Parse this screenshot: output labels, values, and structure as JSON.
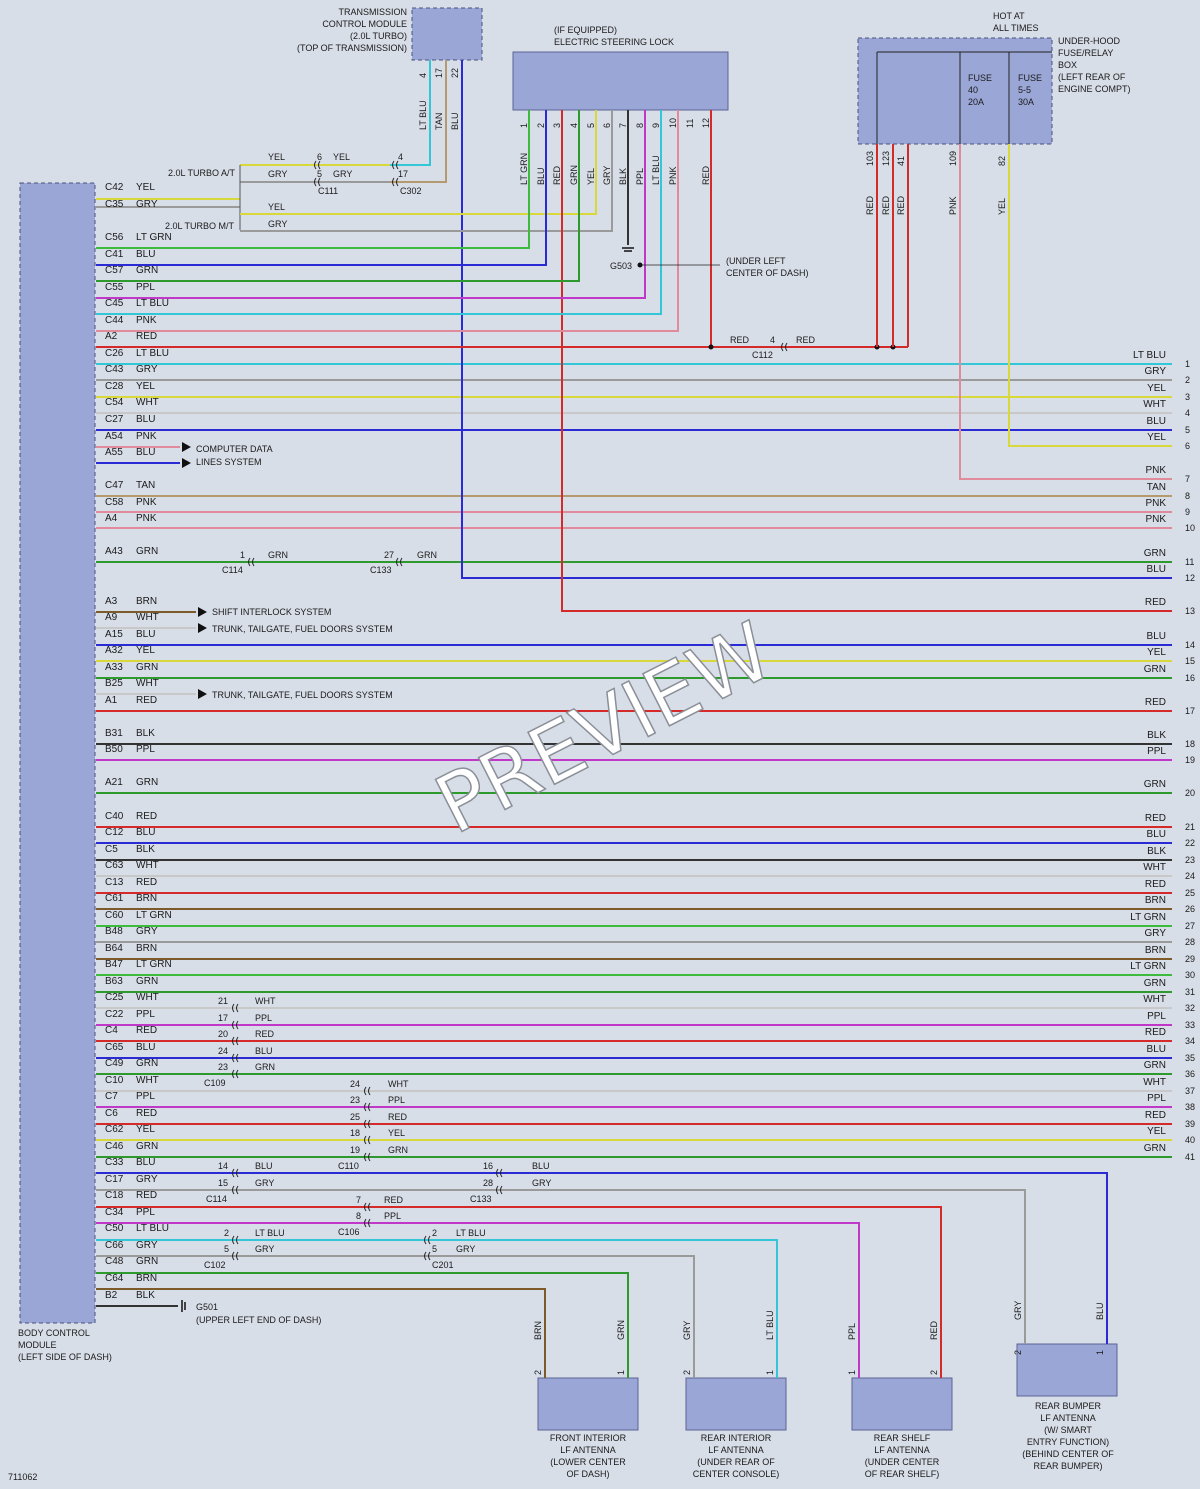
{
  "figure_id": "711062",
  "watermark": "PREVIEW",
  "colors": {
    "background": "#d8dee8",
    "module_fill": "#9aa6d6",
    "module_stroke": "#5a6496",
    "dashed": "#4a5180"
  },
  "wire_colors": {
    "LT GRN": "#3dbb3d",
    "GRN": "#2e9a2e",
    "BLU": "#2b2bd6",
    "LT BLU": "#33c6d6",
    "RED": "#d42a2a",
    "YEL": "#d8d83a",
    "GRY": "#9a9a9a",
    "WHT": "#c8c8c8",
    "PPL": "#c038c8",
    "PNK": "#e08a9c",
    "TAN": "#b59a70",
    "BRN": "#7d5a2a",
    "BLK": "#333333"
  },
  "modules": {
    "tcm": "TRANSMISSION\nCONTROL MODULE\n(2.0L TURBO)\n(TOP OF TRANSMISSION)",
    "esl": "(IF EQUIPPED)\nELECTRIC STEERING LOCK",
    "fuse_box": "UNDER-HOOD\nFUSE/RELAY\nBOX\n(LEFT REAR OF\nENGINE COMPT)",
    "hot": "HOT AT\nALL TIMES",
    "fuse1": "FUSE\n40\n20A",
    "fuse2": "FUSE\n5-5\n30A",
    "bcm": "BODY CONTROL\nMODULE\n(LEFT SIDE OF DASH)",
    "front_ant": "FRONT INTERIOR\nLF ANTENNA\n(LOWER CENTER\nOF DASH)",
    "rear_ant": "REAR INTERIOR\nLF ANTENNA\n(UNDER REAR OF\nCENTER CONSOLE)",
    "shelf_ant": "REAR SHELF\nLF ANTENNA\n(UNDER CENTER\nOF REAR SHELF)",
    "bumper_ant": "REAR BUMPER\nLF ANTENNA\n(W/ SMART\nENTRY FUNCTION)\n(BEHIND CENTER OF\nREAR BUMPER)"
  },
  "labels": {
    "turbo_at": "2.0L TURBO A/T",
    "turbo_mt": "2.0L TURBO M/T",
    "g503": "G503",
    "g503_loc": "(UNDER LEFT\nCENTER OF DASH)",
    "g501": "G501",
    "g501_loc": "(UPPER LEFT END OF DASH)",
    "computer_data": "COMPUTER DATA\nLINES SYSTEM",
    "shift_interlock": "SHIFT INTERLOCK SYSTEM",
    "trunk1": "TRUNK, TAILGATE, FUEL DOORS SYSTEM",
    "trunk2": "TRUNK, TAILGATE, FUEL DOORS SYSTEM"
  },
  "tcm_pins": [
    {
      "pin": "4",
      "color": "LT BLU"
    },
    {
      "pin": "17",
      "color": "TAN"
    },
    {
      "pin": "22",
      "color": "BLU"
    }
  ],
  "esl_pins": [
    {
      "pin": "1",
      "color": "LT GRN"
    },
    {
      "pin": "2",
      "color": "BLU"
    },
    {
      "pin": "3",
      "color": "RED"
    },
    {
      "pin": "4",
      "color": "GRN"
    },
    {
      "pin": "5",
      "color": "YEL"
    },
    {
      "pin": "6",
      "color": "GRY"
    },
    {
      "pin": "7",
      "color": "BLK"
    },
    {
      "pin": "8",
      "color": "PPL"
    },
    {
      "pin": "9",
      "color": "LT BLU"
    },
    {
      "pin": "10",
      "color": "PNK"
    },
    {
      "pin": "11",
      "color": ""
    },
    {
      "pin": "12",
      "color": "RED"
    }
  ],
  "fuse_pins": [
    {
      "pin": "103",
      "color": "RED"
    },
    {
      "pin": "123",
      "color": "RED"
    },
    {
      "pin": "41",
      "color": "RED"
    },
    {
      "pin": "109",
      "color": "PNK"
    },
    {
      "pin": "82",
      "color": "YEL"
    }
  ],
  "connectors": {
    "c111": "C111",
    "c302": "C302",
    "c112": "C112",
    "c114": "C114",
    "c133": "C133",
    "c109": "C109",
    "c110": "C110",
    "c106": "C106",
    "c102": "C102",
    "c201": "C201"
  },
  "bcm_rows": [
    {
      "pin": "C42",
      "color": "YEL"
    },
    {
      "pin": "C35",
      "color": "GRY"
    },
    {
      "pin": "C56",
      "color": "LT GRN"
    },
    {
      "pin": "C41",
      "color": "BLU"
    },
    {
      "pin": "C57",
      "color": "GRN"
    },
    {
      "pin": "C55",
      "color": "PPL"
    },
    {
      "pin": "C45",
      "color": "LT BLU"
    },
    {
      "pin": "C44",
      "color": "PNK"
    },
    {
      "pin": "A2",
      "color": "RED"
    },
    {
      "pin": "C26",
      "color": "LT BLU"
    },
    {
      "pin": "C43",
      "color": "GRY"
    },
    {
      "pin": "C28",
      "color": "YEL"
    },
    {
      "pin": "C54",
      "color": "WHT"
    },
    {
      "pin": "C27",
      "color": "BLU"
    },
    {
      "pin": "A54",
      "color": "PNK"
    },
    {
      "pin": "A55",
      "color": "BLU"
    },
    {
      "pin": "C47",
      "color": "TAN"
    },
    {
      "pin": "C58",
      "color": "PNK"
    },
    {
      "pin": "A4",
      "color": "PNK"
    },
    {
      "pin": "A43",
      "color": "GRN"
    },
    {
      "pin": "A3",
      "color": "BRN"
    },
    {
      "pin": "A9",
      "color": "WHT"
    },
    {
      "pin": "A15",
      "color": "BLU"
    },
    {
      "pin": "A32",
      "color": "YEL"
    },
    {
      "pin": "A33",
      "color": "GRN"
    },
    {
      "pin": "B25",
      "color": "WHT"
    },
    {
      "pin": "A1",
      "color": "RED"
    },
    {
      "pin": "B31",
      "color": "BLK"
    },
    {
      "pin": "B50",
      "color": "PPL"
    },
    {
      "pin": "A21",
      "color": "GRN"
    },
    {
      "pin": "C40",
      "color": "RED"
    },
    {
      "pin": "C12",
      "color": "BLU"
    },
    {
      "pin": "C5",
      "color": "BLK"
    },
    {
      "pin": "C63",
      "color": "WHT"
    },
    {
      "pin": "C13",
      "color": "RED"
    },
    {
      "pin": "C61",
      "color": "BRN"
    },
    {
      "pin": "C60",
      "color": "LT GRN"
    },
    {
      "pin": "B48",
      "color": "GRY"
    },
    {
      "pin": "B64",
      "color": "BRN"
    },
    {
      "pin": "B47",
      "color": "LT GRN"
    },
    {
      "pin": "B63",
      "color": "GRN"
    },
    {
      "pin": "C25",
      "color": "WHT"
    },
    {
      "pin": "C22",
      "color": "PPL"
    },
    {
      "pin": "C4",
      "color": "RED"
    },
    {
      "pin": "C65",
      "color": "BLU"
    },
    {
      "pin": "C49",
      "color": "GRN"
    },
    {
      "pin": "C10",
      "color": "WHT"
    },
    {
      "pin": "C7",
      "color": "PPL"
    },
    {
      "pin": "C6",
      "color": "RED"
    },
    {
      "pin": "C62",
      "color": "YEL"
    },
    {
      "pin": "C46",
      "color": "GRN"
    },
    {
      "pin": "C33",
      "color": "BLU"
    },
    {
      "pin": "C17",
      "color": "GRY"
    },
    {
      "pin": "C18",
      "color": "RED"
    },
    {
      "pin": "C34",
      "color": "PPL"
    },
    {
      "pin": "C50",
      "color": "LT BLU"
    },
    {
      "pin": "C66",
      "color": "GRY"
    },
    {
      "pin": "C48",
      "color": "GRN"
    },
    {
      "pin": "C64",
      "color": "BRN"
    },
    {
      "pin": "B2",
      "color": "BLK"
    }
  ],
  "right_rows": [
    {
      "num": "1",
      "color": "LT BLU"
    },
    {
      "num": "2",
      "color": "GRY"
    },
    {
      "num": "3",
      "color": "YEL"
    },
    {
      "num": "4",
      "color": "WHT"
    },
    {
      "num": "5",
      "color": "BLU"
    },
    {
      "num": "6",
      "color": "YEL"
    },
    {
      "num": "7",
      "color": "PNK"
    },
    {
      "num": "8",
      "color": "TAN"
    },
    {
      "num": "9",
      "color": "PNK"
    },
    {
      "num": "10",
      "color": "PNK"
    },
    {
      "num": "11",
      "color": "GRN"
    },
    {
      "num": "12",
      "color": "BLU"
    },
    {
      "num": "13",
      "color": "RED"
    },
    {
      "num": "14",
      "color": "BLU"
    },
    {
      "num": "15",
      "color": "YEL"
    },
    {
      "num": "16",
      "color": "GRN"
    },
    {
      "num": "17",
      "color": "RED"
    },
    {
      "num": "18",
      "color": "BLK"
    },
    {
      "num": "19",
      "color": "PPL"
    },
    {
      "num": "20",
      "color": "GRN"
    },
    {
      "num": "21",
      "color": "RED"
    },
    {
      "num": "22",
      "color": "BLU"
    },
    {
      "num": "23",
      "color": "BLK"
    },
    {
      "num": "24",
      "color": "WHT"
    },
    {
      "num": "25",
      "color": "RED"
    },
    {
      "num": "26",
      "color": "BRN"
    },
    {
      "num": "27",
      "color": "LT GRN"
    },
    {
      "num": "28",
      "color": "GRY"
    },
    {
      "num": "29",
      "color": "BRN"
    },
    {
      "num": "30",
      "color": "LT GRN"
    },
    {
      "num": "31",
      "color": "GRN"
    },
    {
      "num": "32",
      "color": "WHT"
    },
    {
      "num": "33",
      "color": "PPL"
    },
    {
      "num": "34",
      "color": "RED"
    },
    {
      "num": "35",
      "color": "BLU"
    },
    {
      "num": "36",
      "color": "GRN"
    },
    {
      "num": "37",
      "color": "WHT"
    },
    {
      "num": "38",
      "color": "PPL"
    },
    {
      "num": "39",
      "color": "RED"
    },
    {
      "num": "40",
      "color": "YEL"
    },
    {
      "num": "41",
      "color": "GRN"
    }
  ],
  "mid_labels": {
    "c111_yel_in": "YEL",
    "c111_gry_in": "GRY",
    "c111_6": "6",
    "c111_5": "5",
    "c111_yel_out": "YEL",
    "c111_gry_out": "GRY",
    "c302_4": "4",
    "c302_17": "17",
    "mt_yel": "YEL",
    "mt_gry": "GRY",
    "c112_red1": "RED",
    "c112_4": "4",
    "c112_red2": "RED",
    "c114_1": "1",
    "c114_grn": "GRN",
    "c133_27": "27",
    "c133_grn": "GRN",
    "c109_pins": [
      "21",
      "17",
      "20",
      "24",
      "23"
    ],
    "c109_cols": [
      "WHT",
      "PPL",
      "RED",
      "BLU",
      "GRN"
    ],
    "c110a_pins": [
      "24",
      "23",
      "25",
      "18",
      "19"
    ],
    "c110a_cols": [
      "WHT",
      "PPL",
      "RED",
      "YEL",
      "GRN"
    ],
    "c110b_pins": [
      "14",
      "15"
    ],
    "c110b_cols": [
      "BLU",
      "GRY"
    ],
    "c133b_pins": [
      "16",
      "28"
    ],
    "c133b_cols": [
      "BLU",
      "GRY"
    ],
    "c106_pins": [
      "7",
      "8"
    ],
    "c106_cols": [
      "RED",
      "PPL"
    ],
    "c102_pins": [
      "2",
      "5"
    ],
    "c102_cols": [
      "LT BLU",
      "GRY"
    ],
    "c201_pins": [
      "2",
      "5"
    ],
    "c201_cols": [
      "LT BLU",
      "GRY"
    ]
  },
  "antenna_wires": {
    "front": [
      {
        "pin": "2",
        "color": "BRN"
      },
      {
        "pin": "1",
        "color": "GRN"
      }
    ],
    "rear": [
      {
        "pin": "2",
        "color": "GRY"
      },
      {
        "pin": "1",
        "color": "LT BLU"
      }
    ],
    "shelf": [
      {
        "pin": "1",
        "color": "PPL"
      },
      {
        "pin": "2",
        "color": "RED"
      }
    ],
    "bumper": [
      {
        "pin": "2",
        "color": "GRY"
      },
      {
        "pin": "1",
        "color": "BLU"
      }
    ]
  }
}
